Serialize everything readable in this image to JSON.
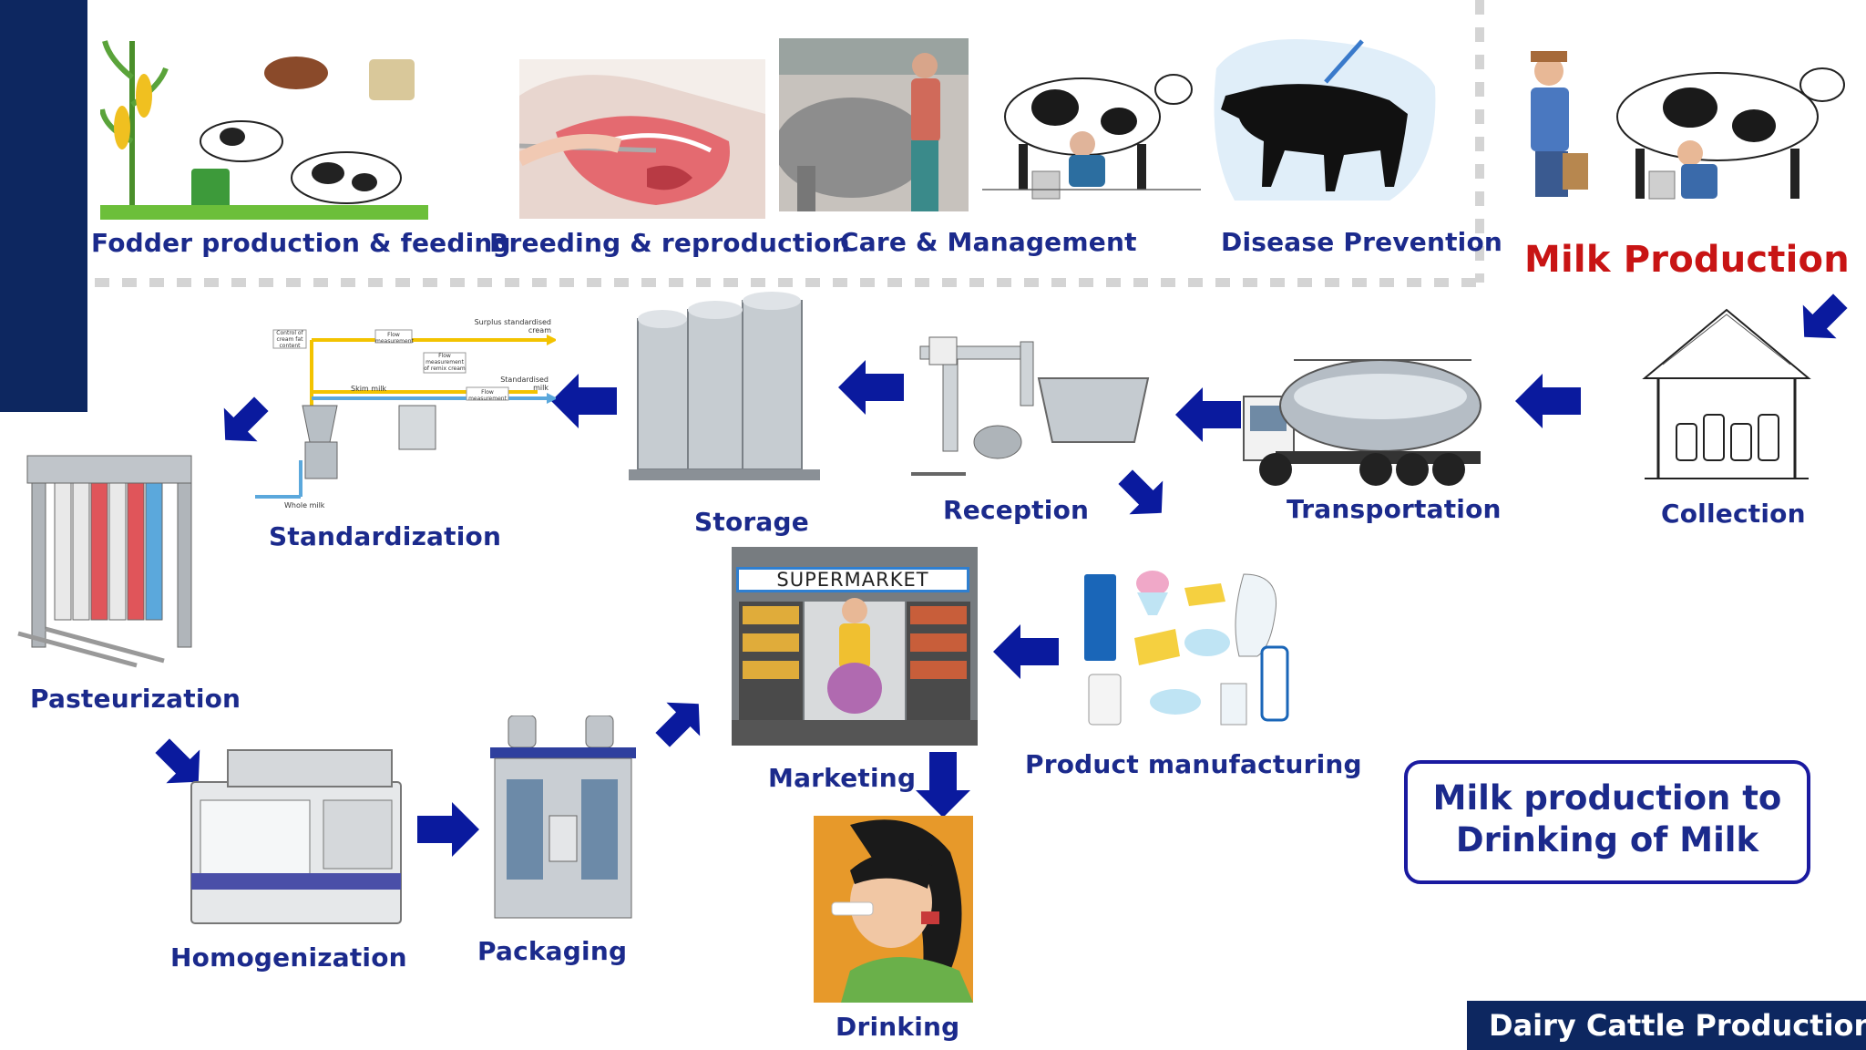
{
  "colors": {
    "navy": "#0d2760",
    "label_blue": "#1b2a8c",
    "arrow_blue": "#0a1a9e",
    "milk_red": "#c81414"
  },
  "top_steps": [
    {
      "label": "Fodder production & feeding",
      "icon": "fodder-feeding-icon"
    },
    {
      "label": "Breeding & reproduction",
      "icon": "breeding-icon"
    },
    {
      "label": "Care & Management",
      "icon": "care-management-icon"
    },
    {
      "label": "Disease Prevention",
      "icon": "disease-prevention-icon"
    }
  ],
  "milk_production": {
    "label": "Milk Production",
    "icon": "milking-cow-icon"
  },
  "flow_steps": {
    "collection": "Collection",
    "transportation": "Transportation",
    "reception": "Reception",
    "storage": "Storage",
    "standardization": "Standardization",
    "pasteurization": "Pasteurization",
    "homogenization": "Homogenization",
    "packaging": "Packaging",
    "marketing": "Marketing",
    "product_manufacturing": "Product manufacturing",
    "drinking": "Drinking"
  },
  "standardization_diagram": {
    "control": "Control of cream fat content",
    "flow_measure": "Flow measurement",
    "surplus": "Surplus standardised cream",
    "remix": "Flow measurement of remix cream",
    "skim": "Skim milk",
    "standardised_milk": "Standardised milk",
    "flow_measure2": "Flow measurement",
    "whole_milk": "Whole milk"
  },
  "supermarket_sign": "SUPERMARKET",
  "summary_box": {
    "line1": "Milk production to",
    "line2": "Drinking of Milk"
  },
  "footer_badge": "Dairy Cattle Production"
}
